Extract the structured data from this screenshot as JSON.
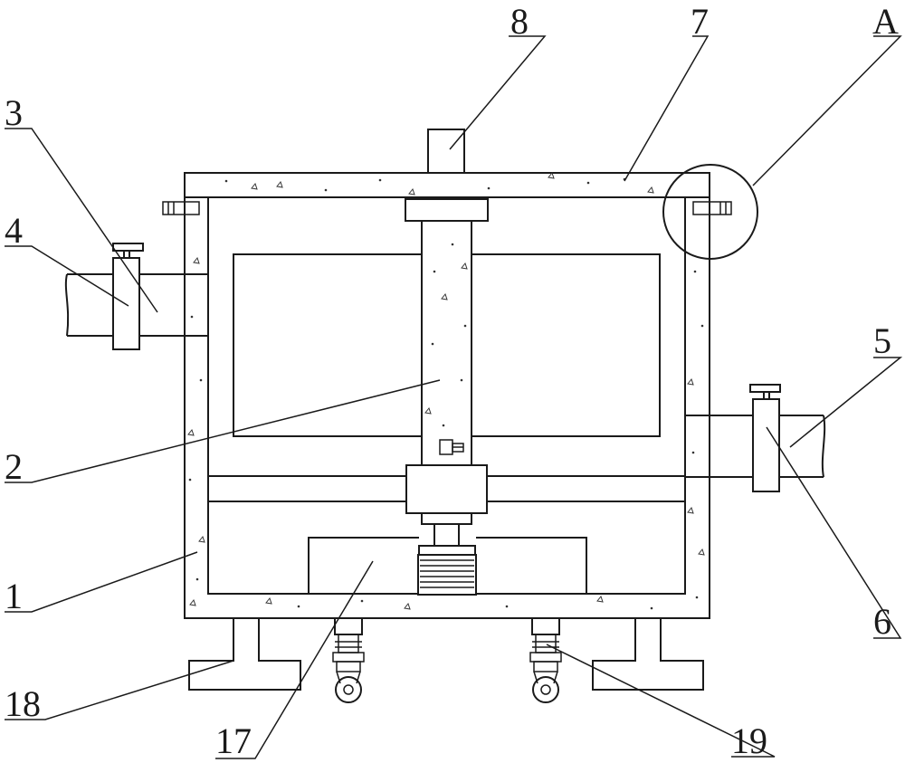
{
  "labels": {
    "l1": "1",
    "l2": "2",
    "l3": "3",
    "l4": "4",
    "l5": "5",
    "l6": "6",
    "l7": "7",
    "l8": "8",
    "lA": "A",
    "l17": "17",
    "l18": "18",
    "l19": "19"
  },
  "colors": {
    "line": "#1a1a1a",
    "background": "#ffffff"
  }
}
